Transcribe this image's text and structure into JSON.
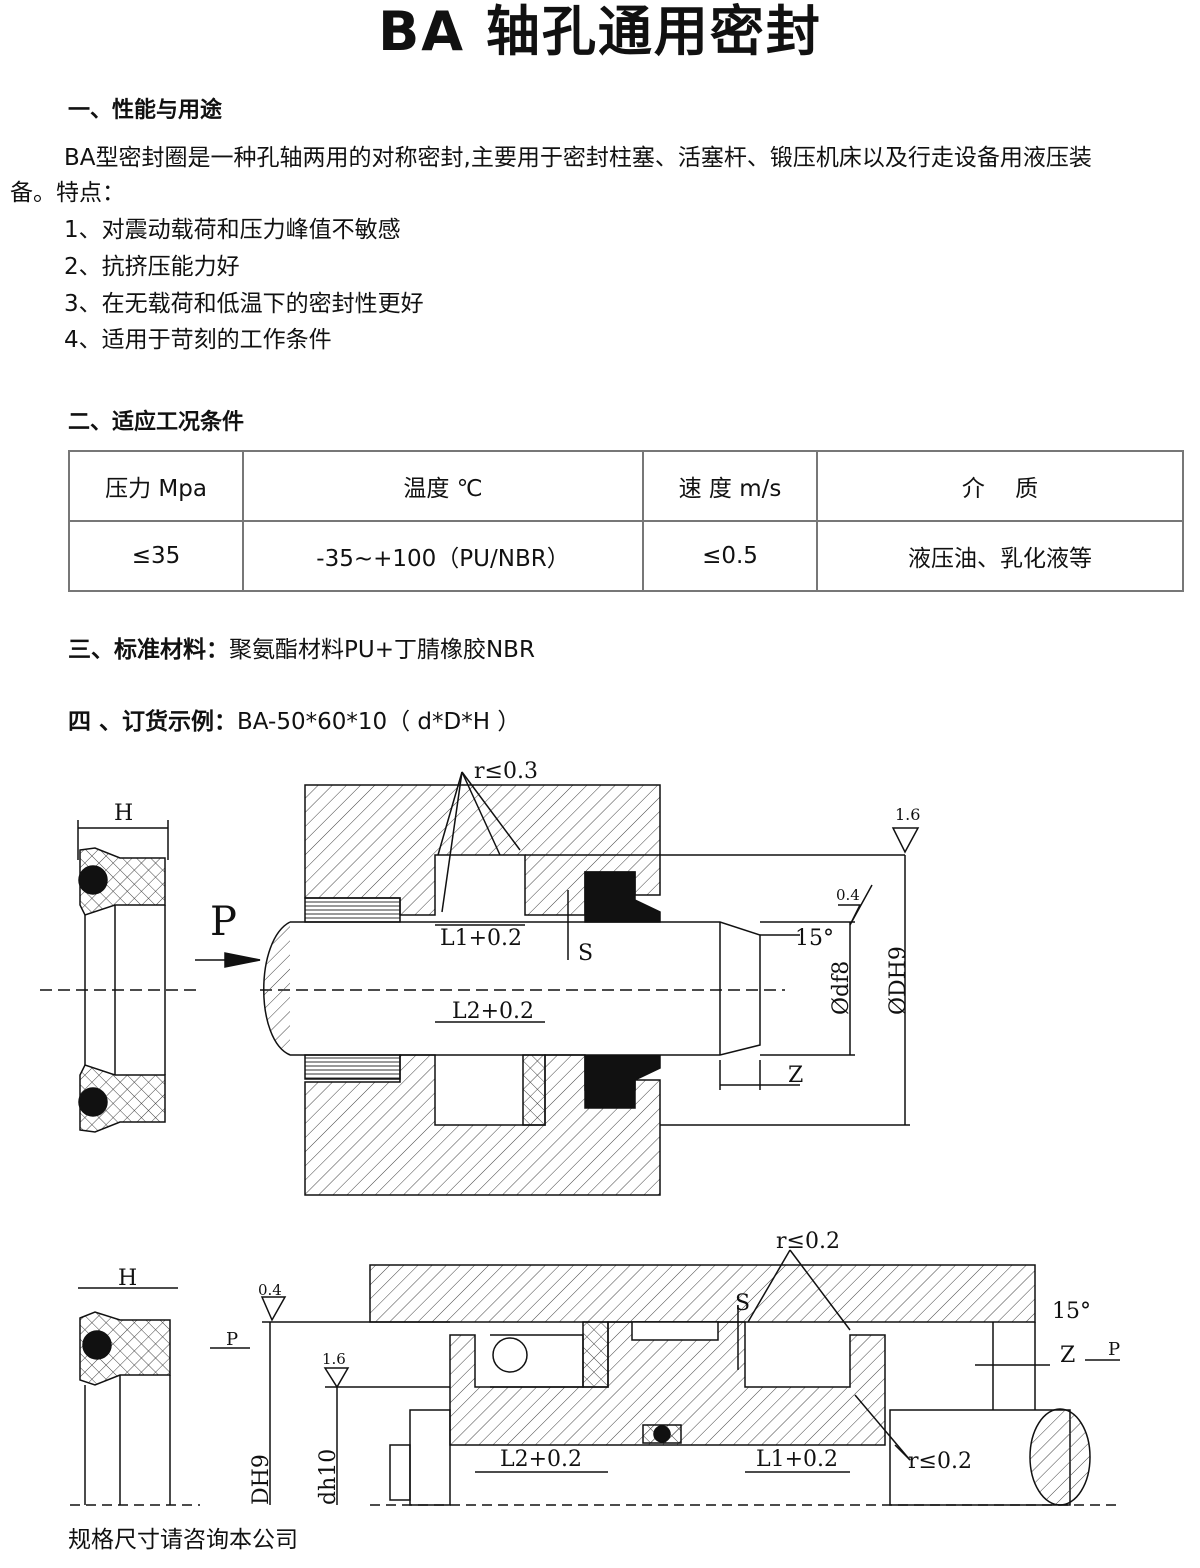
{
  "title": "BA 轴孔通用密封",
  "s1": {
    "heading": "一、性能与用途",
    "para1": "BA型密封圈是一种孔轴两用的对称密封,主要用于密封柱塞、活塞杆、锻压机床以及行走设备用液压装",
    "para2": "备。特点：",
    "items": [
      "1、对震动载荷和压力峰值不敏感",
      "2、抗挤压能力好",
      "3、在无载荷和低温下的密封性更好",
      "4、适用于苛刻的工作条件"
    ]
  },
  "s2": {
    "heading": "二、适应工况条件",
    "headers": [
      "压力 Mpa",
      "温度 ℃",
      "速 度 m/s",
      "介　 质"
    ],
    "row": [
      "≤35",
      "-35~+100（PU/NBR）",
      "≤0.5",
      "液压油、乳化液等"
    ]
  },
  "s3": {
    "label": "三、标准材料：",
    "value": "聚氨酯材料PU+丁腈橡胶NBR"
  },
  "s4": {
    "label": "四 、订货示例：",
    "value": "BA-50*60*10（ d*D*H ）"
  },
  "fig1": {
    "H": "H",
    "P": "P",
    "r": "r≤0.3",
    "L1": "L1+0.2",
    "L2": "L2+0.2",
    "S": "S",
    "rough1": "1.6",
    "rough2": "0.4",
    "angle": "15°",
    "df8": "Ødf8",
    "DH9": "ØDH9",
    "Z": "Z"
  },
  "fig2": {
    "H": "H",
    "r1": "r≤0.2",
    "r2": "r≤0.2",
    "S": "S",
    "angle": "15°",
    "rough1": "0.4",
    "rough2": "1.6",
    "P1": "P",
    "P2": "P",
    "Z": "Z",
    "L2": "L2+0.2",
    "L1": "L1+0.2",
    "DH9": "DH9",
    "dh10": "dh10"
  },
  "footer": "规格尺寸请咨询本公司"
}
